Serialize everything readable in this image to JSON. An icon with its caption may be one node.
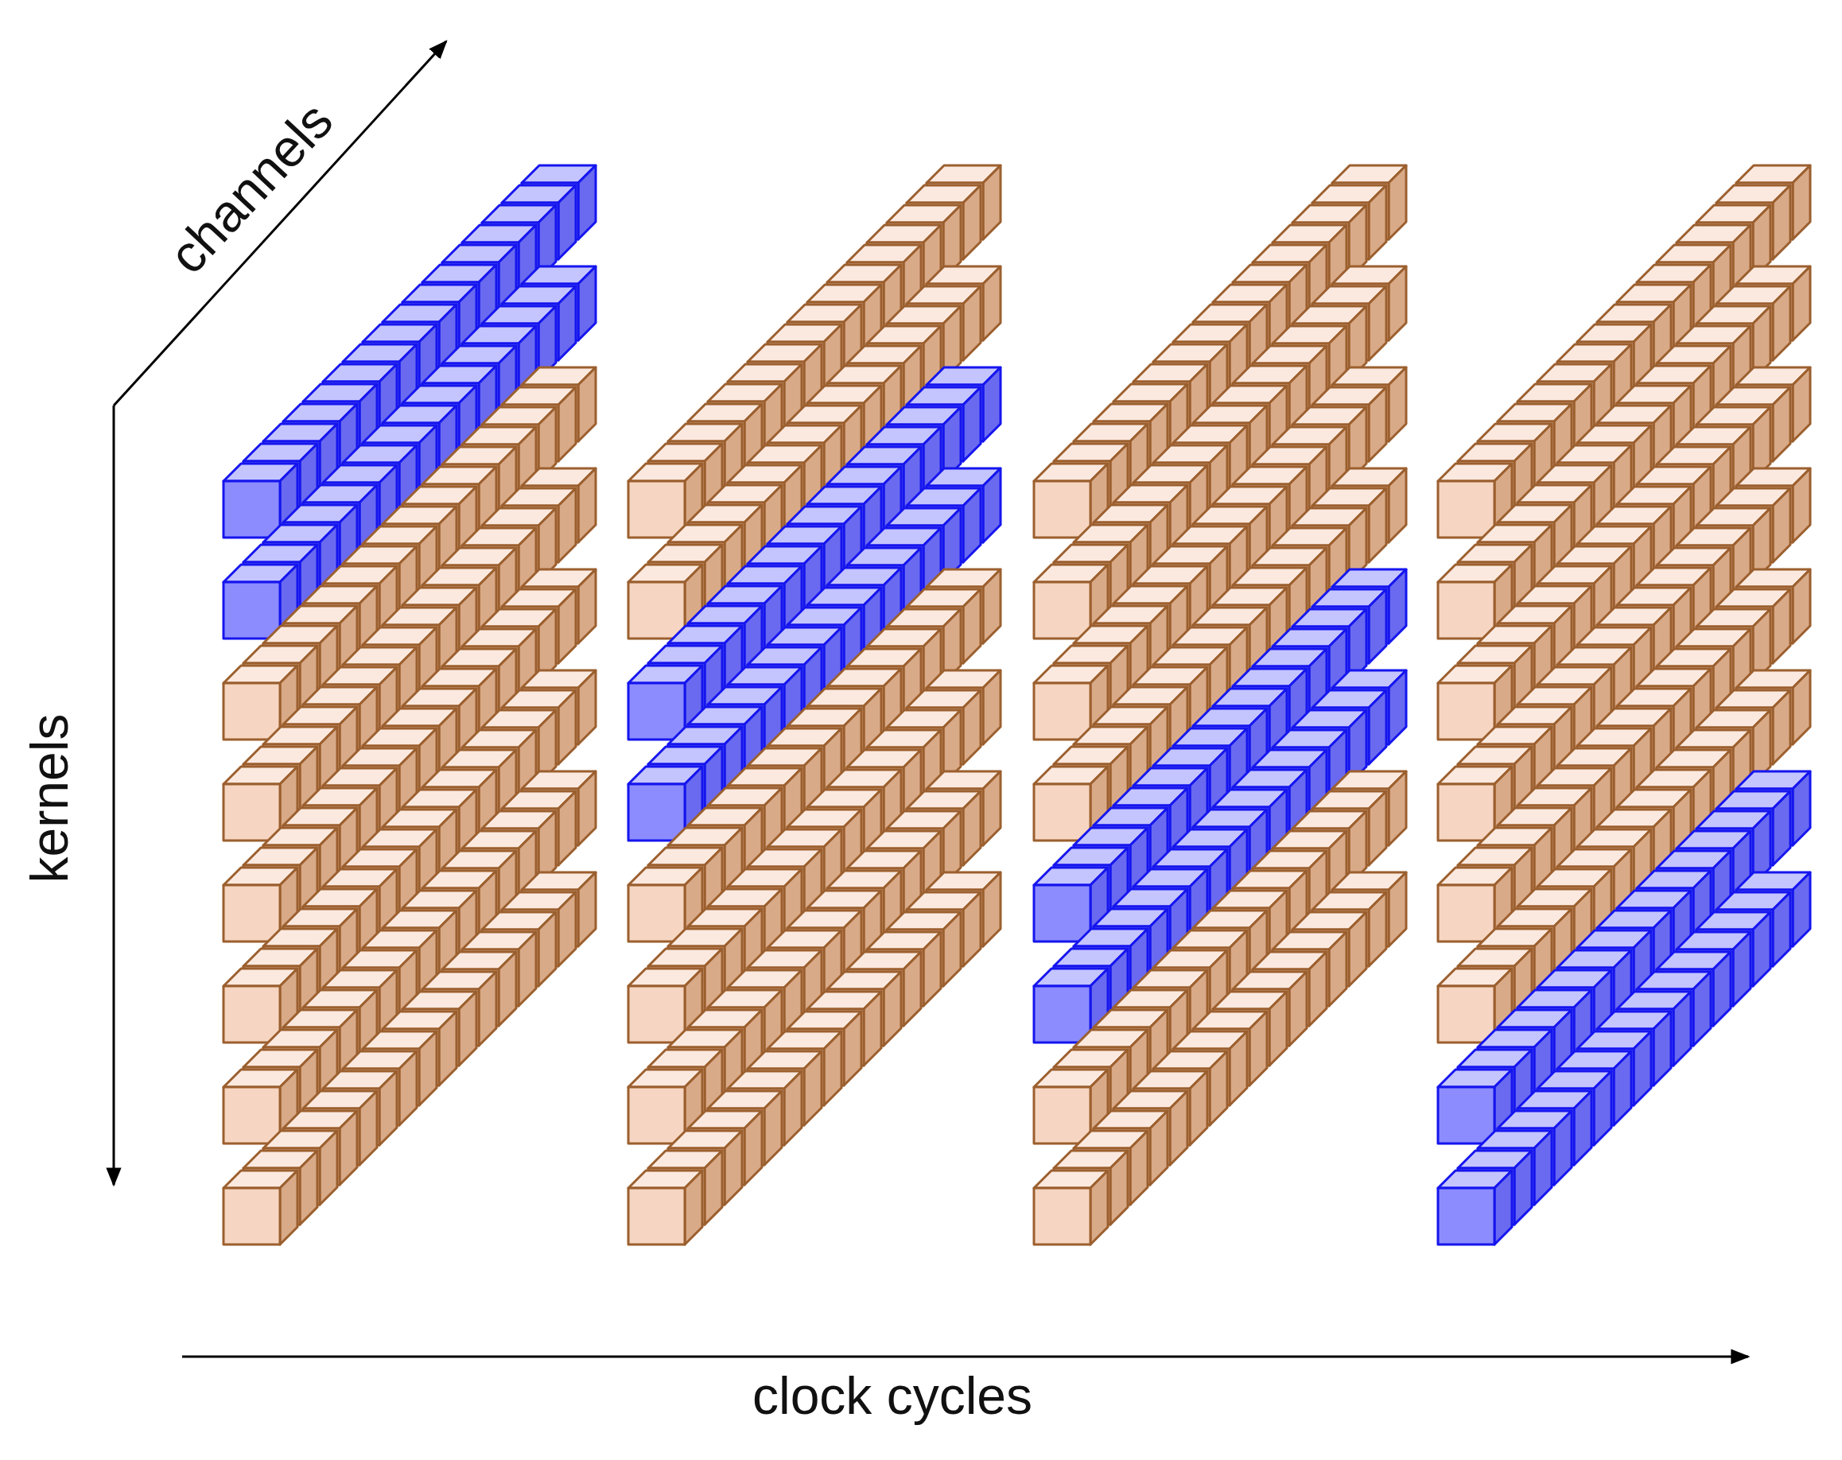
{
  "diagram": {
    "labels": [
      "channels",
      "kernels",
      "clock cycles"
    ]
  }
}
